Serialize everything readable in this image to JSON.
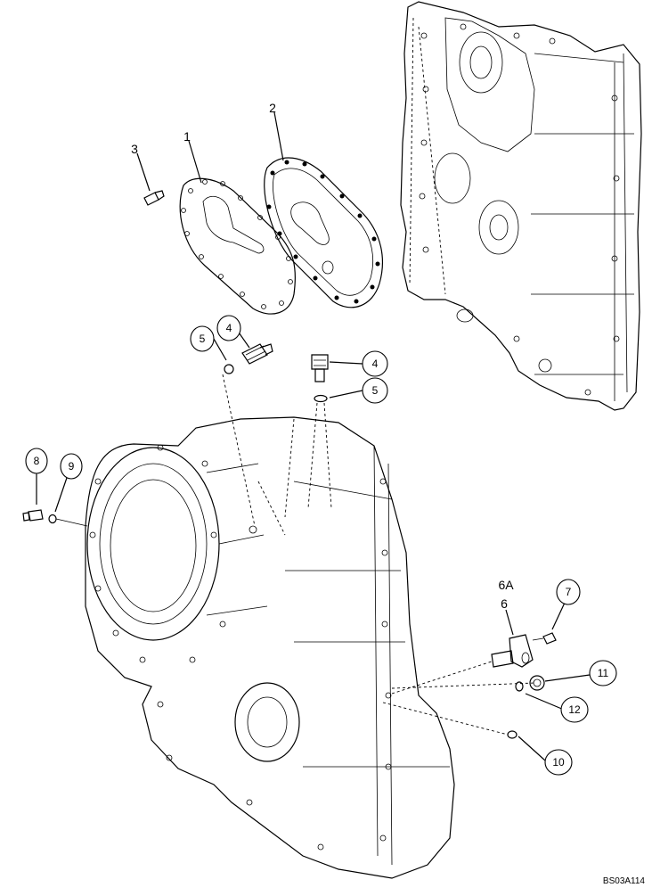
{
  "diagram": {
    "reference_code": "BS03A114",
    "callouts": {
      "p1": "1",
      "p2": "2",
      "p3": "3",
      "p4a": "4",
      "p4b": "4",
      "p5a": "5",
      "p5b": "5",
      "p6": "6",
      "p6a": "6A",
      "p7": "7",
      "p8": "8",
      "p9": "9",
      "p10": "10",
      "p11": "11",
      "p12": "12"
    }
  }
}
